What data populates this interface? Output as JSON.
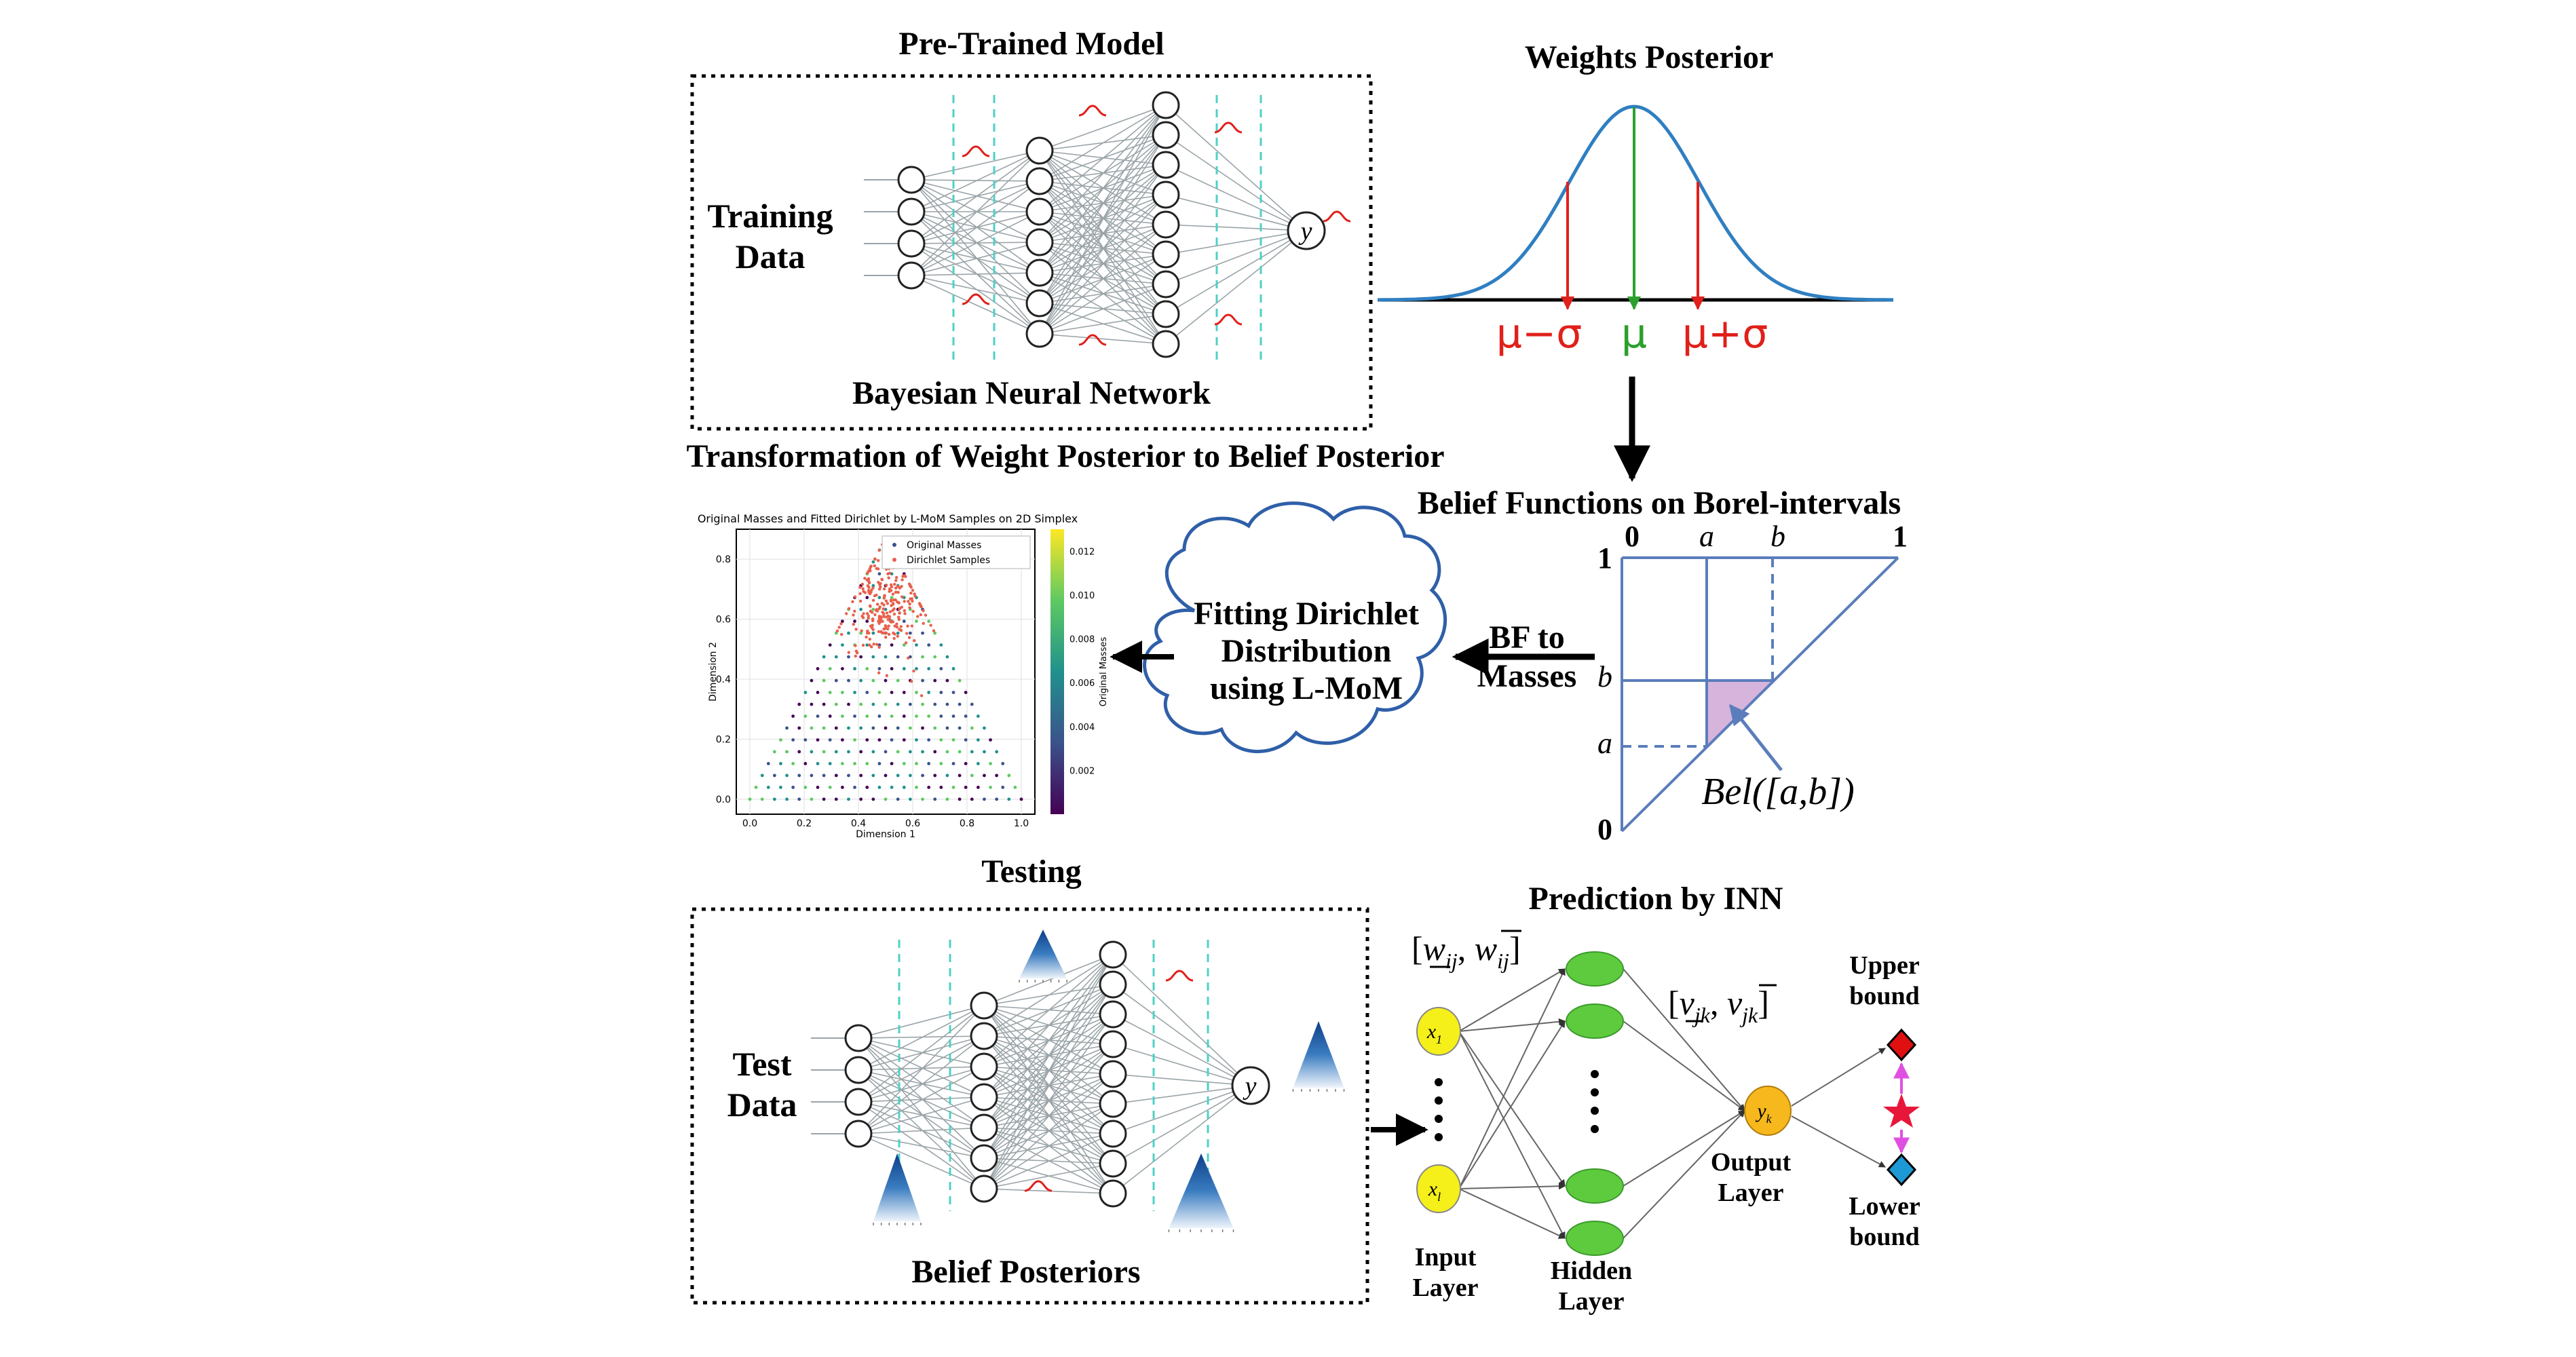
{
  "top_left": {
    "title": "Pre-Trained Model",
    "input_label_1": "Training",
    "input_label_2": "Data",
    "network_label": "Bayesian Neural Network",
    "output_symbol": "y"
  },
  "weights_posterior": {
    "title": "Weights Posterior",
    "minus_label": "μ−σ",
    "mean_label": "μ",
    "plus_label": "μ+σ",
    "colors": {
      "curve": "#2f7fc1",
      "mean": "#2ca02c",
      "sigma": "#e0201b"
    }
  },
  "transformation_title": "Transformation of Weight Posterior to Belief Posterior",
  "belief_functions": {
    "title": "Belief Functions on Borel-intervals",
    "x0": "0",
    "xa": "a",
    "xb": "b",
    "x1": "1",
    "y1": "1",
    "yb": "b",
    "ya": "a",
    "y0": "0",
    "bel_label": "Bel([a,b])",
    "colors": {
      "line": "#5b7dbb",
      "fill": "#d6b4dc"
    }
  },
  "cloud": {
    "line1": "Fitting Dirichlet",
    "line2": "Distribution",
    "line3": "using L-MoM"
  },
  "bf_to_masses": {
    "line1": "BF to",
    "line2": "Masses"
  },
  "scatter": {
    "title": "Original Masses and Fitted Dirichlet by L-MoM Samples on 2D Simplex",
    "legend_original": "Original Masses",
    "legend_dirichlet": "Dirichlet Samples",
    "xlabel": "Dimension 1",
    "ylabel": "Dimension 2",
    "colorbar_label": "Original Masses",
    "colorbar_ticks": [
      "0.012",
      "0.010",
      "0.008",
      "0.006",
      "0.004",
      "0.002"
    ]
  },
  "chart_data": {
    "type": "scatter",
    "title": "Original Masses and Fitted Dirichlet by L-MoM Samples on 2D Simplex",
    "xlabel": "Dimension 1",
    "ylabel": "Dimension 2",
    "xlim": [
      -0.05,
      1.05
    ],
    "ylim": [
      -0.05,
      0.9
    ],
    "x_ticks": [
      "0.0",
      "0.2",
      "0.4",
      "0.6",
      "0.8",
      "1.0"
    ],
    "y_ticks": [
      "0.0",
      "0.2",
      "0.4",
      "0.6",
      "0.8"
    ],
    "simplex_vertices": [
      [
        0.0,
        0.0
      ],
      [
        1.0,
        0.0
      ],
      [
        0.5,
        0.87
      ]
    ],
    "dirichlet_cluster_center": [
      0.5,
      0.65
    ],
    "series": [
      {
        "name": "Original Masses",
        "marker": "dot",
        "colormap": "viridis"
      },
      {
        "name": "Dirichlet Samples",
        "marker": "dot",
        "color": "#e8604c"
      }
    ],
    "colorbar": {
      "label": "Original Masses",
      "range": [
        0.0,
        0.013
      ]
    },
    "legend": "top-right",
    "grid": true
  },
  "testing": {
    "title": "Testing",
    "input_label_1": "Test",
    "input_label_2": "Data",
    "posterior_label": "Belief Posteriors",
    "output_symbol": "y"
  },
  "inn": {
    "title": "Prediction by INN",
    "weights_in": "w_ij , w̄_ij",
    "weights_out": "v_jk , v̄_jk",
    "input_x1": "x",
    "input_x1_sub": "1",
    "input_xl": "x",
    "input_xl_sub": "l",
    "output_node": "y",
    "output_node_sub": "k",
    "input_layer_1": "Input",
    "input_layer_2": "Layer",
    "hidden_layer_1": "Hidden",
    "hidden_layer_2": "Layer",
    "output_layer_1": "Output",
    "output_layer_2": "Layer",
    "upper_1": "Upper",
    "upper_2": "bound",
    "lower_1": "Lower",
    "lower_2": "bound",
    "colors": {
      "input": "#f5ef1a",
      "hidden": "#5ecb3f",
      "output": "#f6b81c",
      "upper": "#e01010",
      "lower": "#1d9ad6",
      "star": "#e8173a",
      "pink": "#e050e0"
    }
  }
}
